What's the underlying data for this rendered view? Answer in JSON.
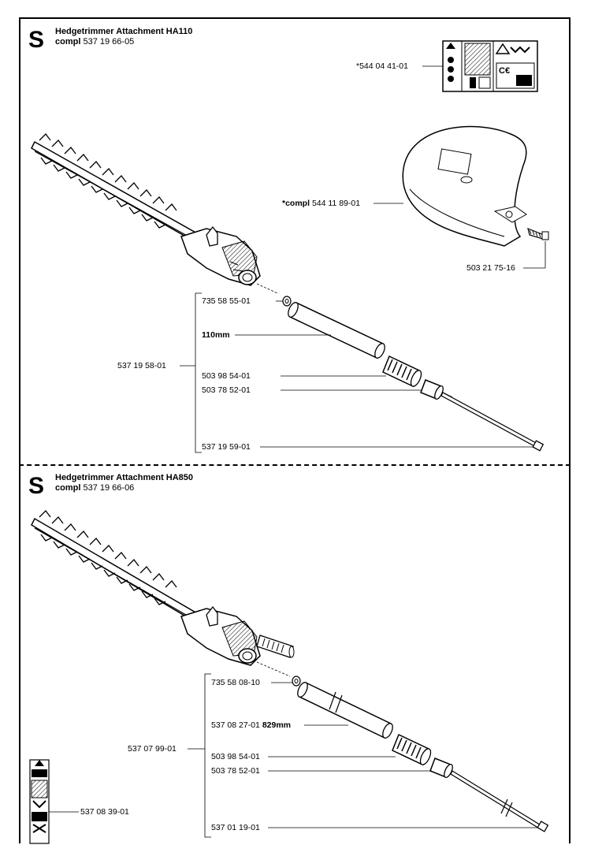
{
  "section1": {
    "letter": "S",
    "title": "Hedgetrimmer Attachment HA110",
    "compl_prefix": "compl",
    "compl_number": "537 19 66-05",
    "labels": {
      "decal": "*544 04 41-01",
      "guard_prefix": "*compl",
      "guard_number": "544 11 89-01",
      "screw": "503 21 75-16",
      "washer": "735 58 55-01",
      "tube_len": "110mm",
      "assembly": "537 19 58-01",
      "bushing": "503 98 54-01",
      "sleeve": "503 78 52-01",
      "shaft": "537 19 59-01"
    }
  },
  "section2": {
    "letter": "S",
    "title": "Hedgetrimmer Attachment HA850",
    "compl_prefix": "compl",
    "compl_number": "537 19 66-06",
    "labels": {
      "washer": "735 58 08-10",
      "tube": "537 08 27-01",
      "tube_len": "829mm",
      "assembly": "537 07 99-01",
      "bushing": "503 98 54-01",
      "sleeve": "503 78 52-01",
      "decal": "537 08 39-01",
      "shaft": "537 01 19-01"
    }
  }
}
